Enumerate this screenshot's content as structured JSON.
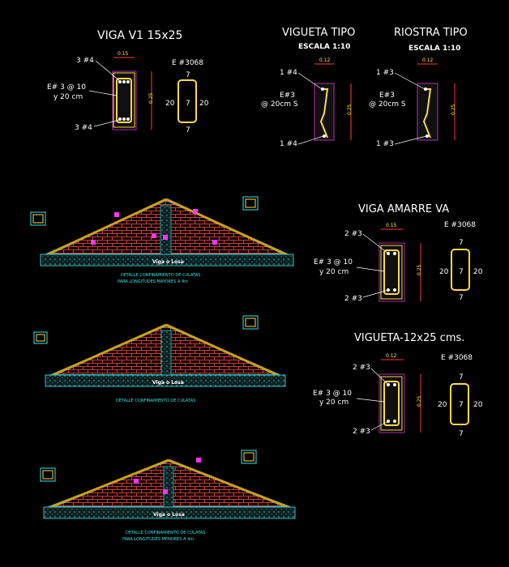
{
  "sections": {
    "viga_v1": {
      "title": "VIGA  V1  15x25",
      "dim_width": "0.15",
      "dim_height": "0.25",
      "top_bars": "3 #4",
      "bottom_bars": "3 #4",
      "stirrup_1": "E# 3 @ 10",
      "stirrup_2": "y 20  cm",
      "stirrup_label": "E #3068",
      "stirrup_dims": {
        "top": "7",
        "bottom": "7",
        "left": "20",
        "center": "7",
        "right": "20"
      }
    },
    "vigueta_tipo": {
      "title": "VIGUETA  TIPO",
      "scale": "ESCALA 1:10",
      "dim_width": "0.12",
      "dim_height": "0.25",
      "top_bar": "1 #4",
      "bottom_bar": "1 #4",
      "stirrup_1": "E#3",
      "stirrup_2": "@ 20cm  S"
    },
    "riostra_tipo": {
      "title": "RIOSTRA  TIPO",
      "scale": "ESCALA 1:10",
      "dim_width": "0.12",
      "dim_height": "0.25",
      "top_bar": "1 #3",
      "bottom_bar": "1 #3",
      "stirrup_1": "E#3",
      "stirrup_2": "@ 20cm  S"
    },
    "viga_amarre": {
      "title": "VIGA  AMARRE  VA",
      "dim_width": "0.15",
      "dim_height": "0.25",
      "top_bars": "2 #3",
      "bottom_bars": "2 #3",
      "stirrup_1": "E# 3 @ 10",
      "stirrup_2": "y 20  cm",
      "stirrup_label": "E #3068",
      "stirrup_dims": {
        "top": "7",
        "bottom": "7",
        "left": "20",
        "center": "7",
        "right": "20"
      }
    },
    "vigueta_12x25": {
      "title": "VIGUETA-12x25 cms.",
      "dim_width": "0.12",
      "dim_height": "0.25",
      "top_bars": "2 #3",
      "bottom_bars": "2 #3",
      "stirrup_1": "E# 3 @ 10",
      "stirrup_2": "y 20  cm",
      "stirrup_label": "E #3068",
      "stirrup_dims": {
        "top": "7",
        "bottom": "7",
        "left": "20",
        "center": "7",
        "right": "20"
      }
    }
  },
  "gables": [
    {
      "base_label": "Viga o Losa",
      "caption_1": "DETALLE CONFINAMIENTO DE CULATAS",
      "caption_2": "PARA LONGITUDES MAYORES A 4m"
    },
    {
      "base_label": "Viga o Losa",
      "caption_1": "DETALLE CONFINAMIENTO DE CULATAS",
      "caption_2": ""
    },
    {
      "base_label": "Viga o Losa",
      "caption_1": "DETALLE CONFINAMIENTO DE CULATAS",
      "caption_2": "PARA LONGITUDES MENORES A 4m"
    }
  ],
  "colors": {
    "background": "#000000",
    "brick": "#d23a3a",
    "concrete": "#33c0c0",
    "rebar": "#ffd84a",
    "marker": "#ff33ff",
    "section_box": "#b030b0",
    "dim_line": "#ff3b3b"
  }
}
